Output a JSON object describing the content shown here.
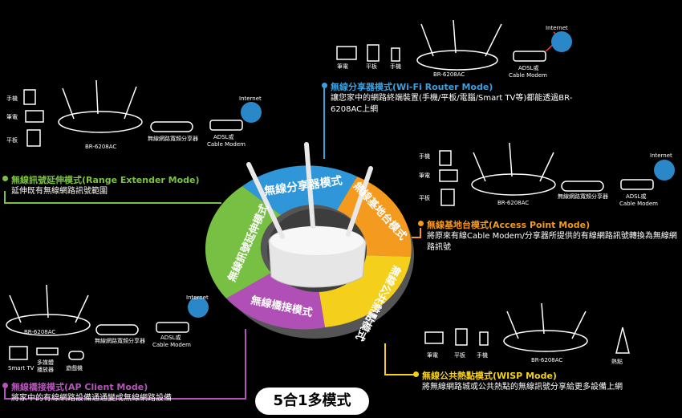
{
  "footer": {
    "title": "5合1多模式"
  },
  "wheel": {
    "router_mode": "無線分享器模式",
    "ap_mode": "無線基地台模式",
    "wisp_mode": "無線公共熱點模式",
    "client_mode": "無線橋接模式",
    "extender_mode": "無線訊號延伸模式"
  },
  "modes": {
    "router": {
      "title": "無線分享器模式(Wi-Fi Router Mode)",
      "desc": "讓您家中的網路終端裝置(手機/平板/電腦/Smart TV等)都能透過BR-6208AC上網",
      "color": "#3aa0e0"
    },
    "extender": {
      "title": "無線訊號延伸模式(Range Extender Mode)",
      "desc": "延伸既有無線網路訊號範圍",
      "color": "#7cc242"
    },
    "ap": {
      "title": "無線基地台模式(Access Point Mode)",
      "desc": "將原來有線Cable Modem/分享器所提供的有線網路訊號轉換為無線網路訊號",
      "color": "#f39a1f"
    },
    "client": {
      "title": "無線橋接模式(AP Client Mode)",
      "desc": "將家中的有線網路設備通通變成無線網路設備",
      "color": "#b455b9"
    },
    "wisp": {
      "title": "無線公共熱點模式(WISP Mode)",
      "desc": "將無線網路城或公共熱點的無線訊號分享給更多設備上網",
      "color": "#f5d21a"
    }
  },
  "labels": {
    "phone": "手機",
    "laptop": "筆電",
    "tablet": "平板",
    "router_model": "BR-6208AC",
    "internet": "Internet",
    "modem": "ADSL或",
    "modem2": "Cable Modem",
    "switch_router": "無線網路寬頻分享器",
    "smart_tv": "Smart TV",
    "player": "多媒體",
    "player2": "播放器",
    "game": "遊戲機",
    "hotspot": "熱點"
  }
}
